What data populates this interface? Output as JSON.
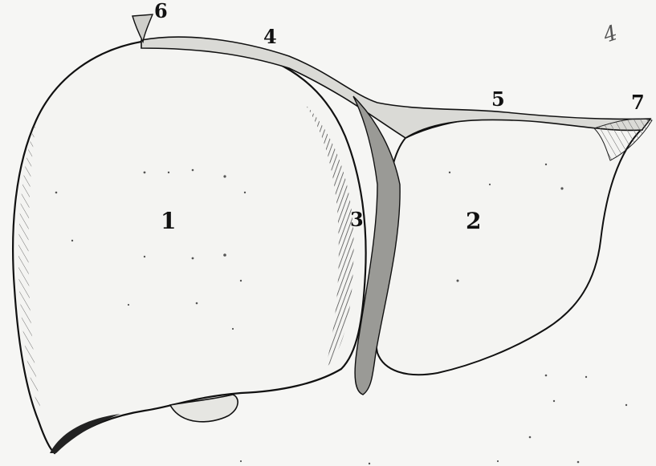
{
  "labels": {
    "lobe_right": "1",
    "lobe_left": "2",
    "falciform": "3",
    "coronary_right": "4",
    "coronary_left": "5",
    "triangular_right": "6",
    "triangular_left": "7"
  },
  "corner_mark": "4",
  "colors": {
    "background": "#f6f6f4",
    "ink": "#111111",
    "shade": "#3a3a3a"
  }
}
